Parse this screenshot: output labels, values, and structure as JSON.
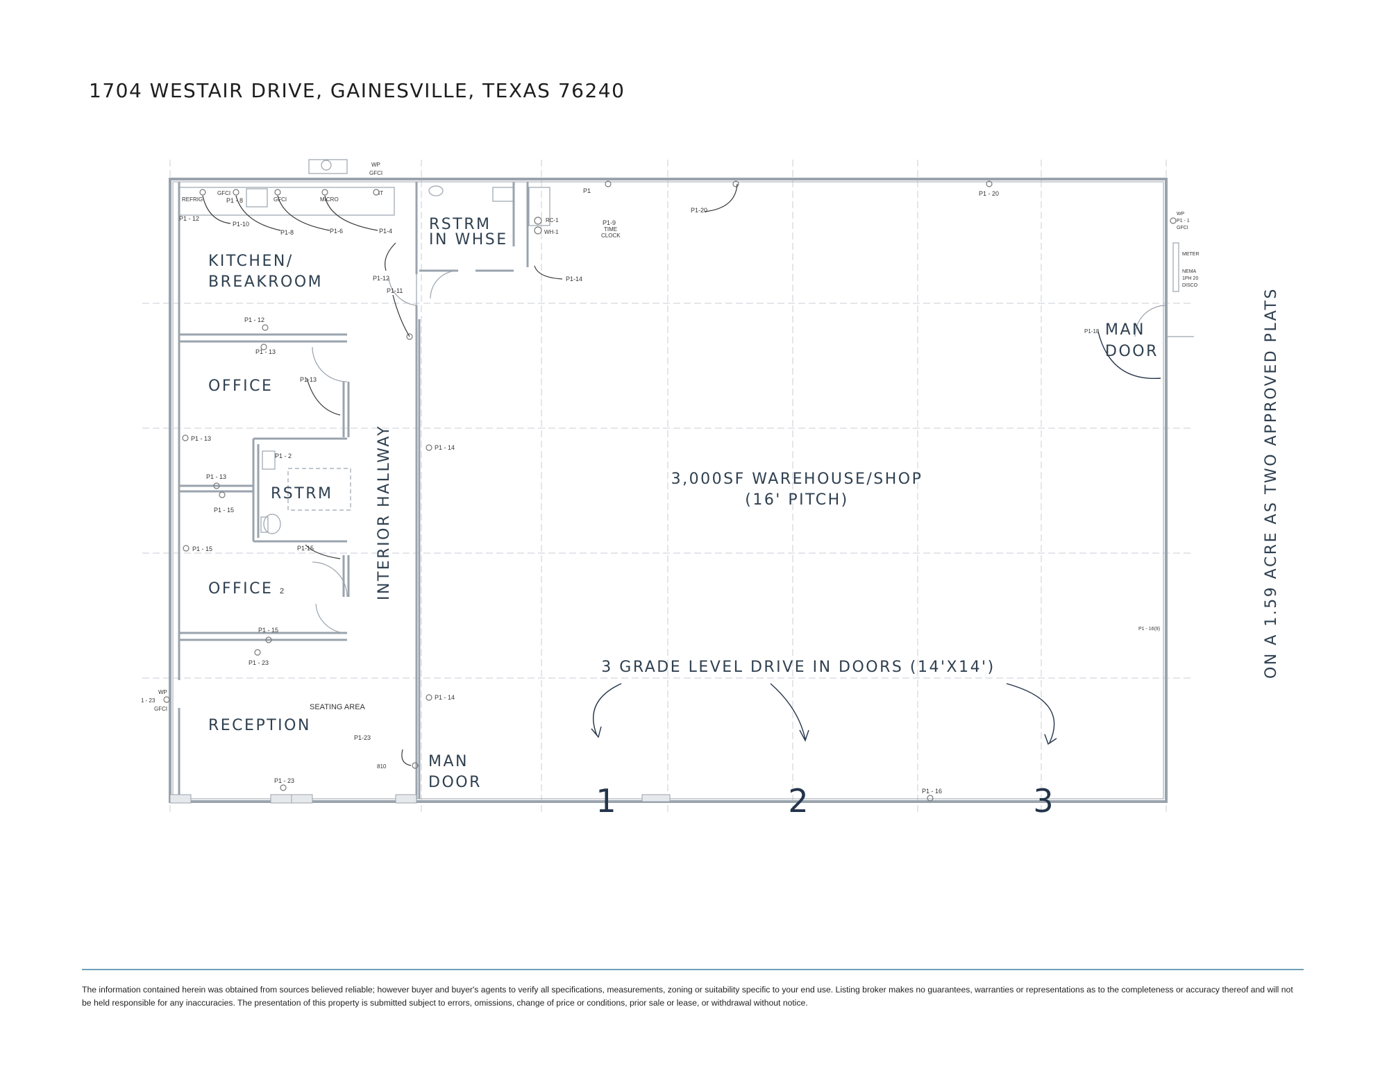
{
  "address": "1704 WESTAIR DRIVE, GAINESVILLE, TEXAS 76240",
  "side_note": "ON A 1.59 ACRE AS TWO APPROVED PLATS",
  "rooms": {
    "kitchen": [
      "KITCHEN/",
      "BREAKROOM"
    ],
    "rstrm_whse": [
      "RSTRM",
      "IN WHSE"
    ],
    "office1": "OFFICE",
    "office2": "OFFICE",
    "office2_suffix": "2",
    "rstrm": "RSTRM",
    "hallway": "INTERIOR HALLWAY",
    "reception": "RECEPTION",
    "seating": "SEATING AREA",
    "warehouse": [
      "3,000SF WAREHOUSE/SHOP",
      "(16' PITCH)"
    ],
    "man_door_right": [
      "MAN",
      "DOOR"
    ],
    "man_door_bottom": [
      "MAN",
      "DOOR"
    ],
    "drive_doors": "3 GRADE LEVEL DRIVE IN DOORS (14'X14')"
  },
  "door_numbers": [
    "1",
    "2",
    "3"
  ],
  "circuit_labels": {
    "refrig": "REFRIG",
    "gfci": "GFCI",
    "micro": "MICRO",
    "it": "IT",
    "wp": "WP",
    "p1_12a": "P1 - 12",
    "p1_10": "P1-10",
    "p1_8": "P1-8",
    "p1_6": "P1-6",
    "p1_4": "P1-4",
    "p1_8top": "P1 - 8",
    "p1_12b": "P1-12",
    "p1_11": "P1-11",
    "p1_12c": "P1 - 12",
    "p1_13a": "P1 - 13",
    "p1_13b": "P1-13",
    "p1_13c": "P1 - 13",
    "p1_13d": "P1 - 13",
    "p1_15a": "P1 - 15",
    "p1_15b": "P1 - 15",
    "p1_15c": "P1-15",
    "p1_15d": "P1 - 15",
    "p1_23a": "P1 - 23",
    "p1_23b": "P1-23",
    "p1_23c": "P1 - 23",
    "p1_2": "P1 - 2",
    "p1_14a": "P1 - 14",
    "p1_14b": "P1 - 14",
    "p1_14c": "P1-14",
    "p1": "P1",
    "p1_9": "P1-9",
    "time": "TIME",
    "clock": "CLOCK",
    "rc1": "RC-1",
    "wh1": "WH-1",
    "p1_20a": "P1-20",
    "p1_20b": "P1 - 20",
    "p1_18": "P1-18",
    "p1_16": "P1 - 16",
    "p1_16b": "P1 - 16(9)",
    "meter": "METER",
    "nema": "NEMA",
    "ph": "1PH 20",
    "disco": "DISCO",
    "num810": "810",
    "wp_left": "WP",
    "p1_23_left": "1 - 23",
    "gfci_left": "GFCI",
    "wp_right": "WP",
    "p1_right": "P1 - 1",
    "gfci_right": "GFCI"
  },
  "disclaimer": "The information contained herein was obtained from sources believed reliable; however buyer and buyer's agents to verify all specifications, measurements, zoning or suitability specific to your end use. Listing broker makes no guarantees, warranties or representations as to the completeness or accuracy thereof and will not be held responsible for any inaccuracies. The presentation of this property is submitted subject to errors, omissions, change of price or conditions, prior sale or lease, or withdrawal without notice.",
  "colors": {
    "walls": "#9aa3ad",
    "grid": "#c9ced4",
    "text": "#2f4050",
    "rule": "#6ea0b8"
  }
}
